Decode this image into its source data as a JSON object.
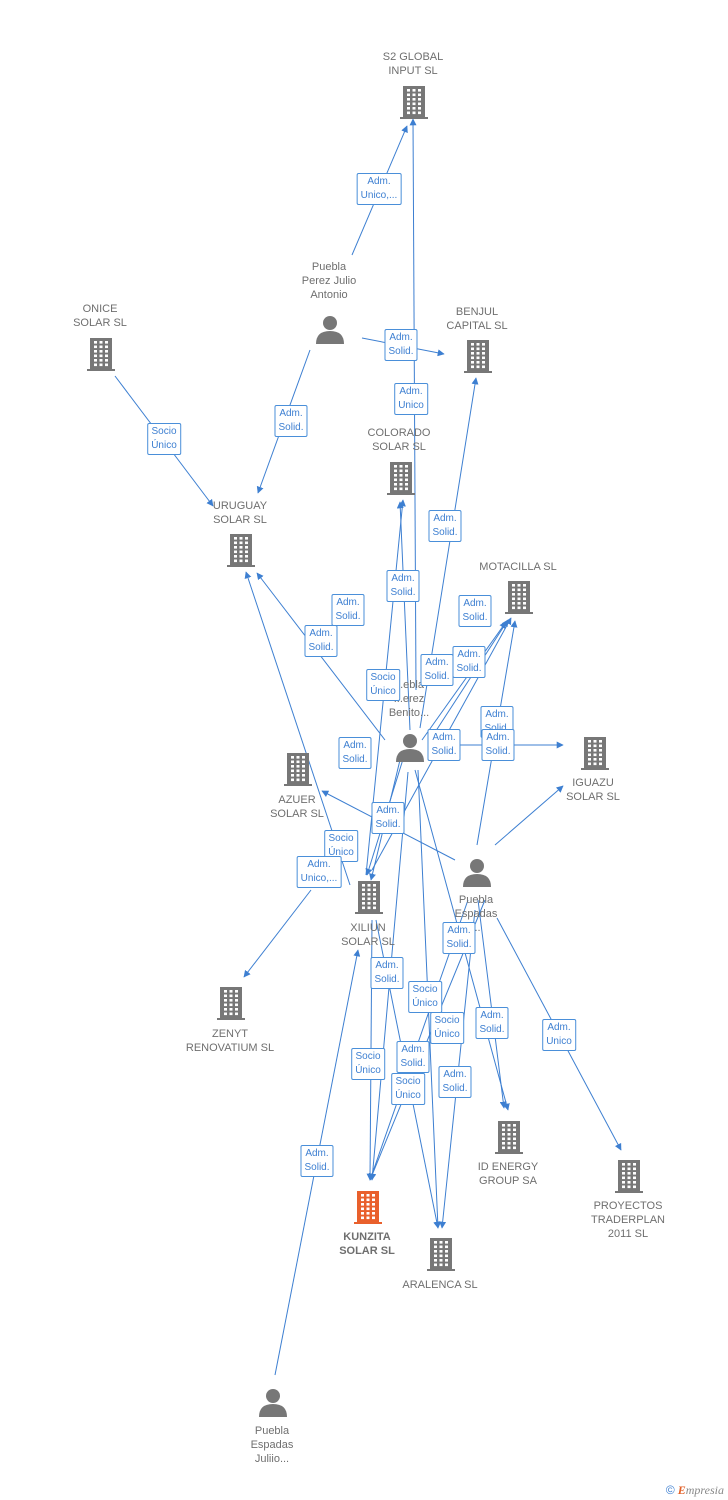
{
  "colors": {
    "edge": "#3d7fd1",
    "building": "#777777",
    "focus": "#e9602c",
    "person": "#777777"
  },
  "nodes": [
    {
      "id": "s2",
      "type": "company",
      "label": "S2 GLOBAL\nINPUT  SL"
    },
    {
      "id": "onice",
      "type": "company",
      "label": "ONICE\nSOLAR  SL"
    },
    {
      "id": "benjul",
      "type": "company",
      "label": "BENJUL\nCAPITAL  SL"
    },
    {
      "id": "colorado",
      "type": "company",
      "label": "COLORADO\nSOLAR  SL"
    },
    {
      "id": "uruguay",
      "type": "company",
      "label": "URUGUAY\nSOLAR SL"
    },
    {
      "id": "motacilla",
      "type": "company",
      "label": "MOTACILLA SL"
    },
    {
      "id": "iguazu",
      "type": "company",
      "label": "IGUAZU\nSOLAR  SL"
    },
    {
      "id": "azuer",
      "type": "company",
      "label": "AZUER\nSOLAR  SL"
    },
    {
      "id": "xiliun",
      "type": "company",
      "label": "XILIUN\nSOLAR  SL"
    },
    {
      "id": "zenyt",
      "type": "company",
      "label": "ZENYT\nRENOVATIUM SL"
    },
    {
      "id": "idenergy",
      "type": "company",
      "label": "ID ENERGY\nGROUP SA"
    },
    {
      "id": "proyectos",
      "type": "company",
      "label": "PROYECTOS\nTRADERPLAN\n2011 SL"
    },
    {
      "id": "kunzita",
      "type": "focus",
      "label": "KUNZITA\nSOLAR  SL"
    },
    {
      "id": "aralenca",
      "type": "company",
      "label": "ARALENCA SL"
    },
    {
      "id": "pjulio",
      "type": "person",
      "label": "Puebla\nPerez Julio\nAntonio"
    },
    {
      "id": "pbenito",
      "type": "person",
      "label": "...ebla\n...erez\nBenito..."
    },
    {
      "id": "pespadas",
      "type": "person",
      "label": "Puebla\nEspadas\n..."
    },
    {
      "id": "pjuliio",
      "type": "person",
      "label": "Puebla\nEspadas\nJuliio..."
    }
  ],
  "edges": [
    {
      "from": "pjulio",
      "to": "s2",
      "label": "Adm.\nUnico,..."
    },
    {
      "from": "pjulio",
      "to": "benjul",
      "label": "Adm.\nSolid."
    },
    {
      "from": "pjulio",
      "to": "uruguay",
      "label": "Adm.\nSolid."
    },
    {
      "from": "onice",
      "to": "uruguay",
      "label": "Socio\nÚnico"
    },
    {
      "from": "pbenito",
      "to": "s2",
      "label": "Adm.\nUnico"
    },
    {
      "from": "pbenito",
      "to": "benjul",
      "label": "Adm.\nSolid."
    },
    {
      "from": "pbenito",
      "to": "colorado",
      "label": "Adm.\nSolid."
    },
    {
      "from": "pbenito",
      "to": "uruguay",
      "label": "Adm.\nSolid."
    },
    {
      "from": "xiliun",
      "to": "uruguay",
      "label": "Adm.\nSolid."
    },
    {
      "from": "xiliun",
      "to": "colorado",
      "label": "Socio\nÚnico"
    },
    {
      "from": "pbenito",
      "to": "motacilla",
      "label": "Adm.\nSolid."
    },
    {
      "from": "pespadas",
      "to": "motacilla",
      "label": "Adm.\nSolid."
    },
    {
      "from": "xiliun",
      "to": "motacilla",
      "label": "Adm.\nSolid."
    },
    {
      "from": "pbenito",
      "to": "iguazu",
      "label": "Adm.\nSolid."
    },
    {
      "from": "pespadas",
      "to": "iguazu",
      "label": "Adm.\nSolid."
    },
    {
      "from": "pbenito",
      "to": "xiliun",
      "label": "Adm.\nSolid."
    },
    {
      "from": "pespadas",
      "to": "azuer",
      "label": "Adm.\nSolid."
    },
    {
      "from": "pbenito",
      "to": "xiliun",
      "label": "Socio\nÚnico"
    },
    {
      "from": "xiliun",
      "to": "zenyt",
      "label": "Adm.\nUnico,..."
    },
    {
      "from": "pespadas",
      "to": "proyectos",
      "label": "Adm.\nUnico"
    },
    {
      "from": "pespadas",
      "to": "idenergy",
      "label": "Adm.\nSolid."
    },
    {
      "from": "pbenito",
      "to": "idenergy",
      "label": "Adm.\nSolid."
    },
    {
      "from": "pbenito",
      "to": "kunzita",
      "label": "Adm.\nSolid."
    },
    {
      "from": "xiliun",
      "to": "kunzita",
      "label": "Socio\nÚnico"
    },
    {
      "from": "pespadas",
      "to": "kunzita",
      "label": "Adm.\nSolid."
    },
    {
      "from": "pbenito",
      "to": "aralenca",
      "label": "Adm.\nSolid."
    },
    {
      "from": "xiliun",
      "to": "aralenca",
      "label": "Socio\nÚnico"
    },
    {
      "from": "pespadas",
      "to": "aralenca",
      "label": "Adm.\nSolid."
    },
    {
      "from": "pjuliio",
      "to": "xiliun",
      "label": "Adm.\nSolid."
    },
    {
      "from": "pbenito",
      "to": "motacilla",
      "label": "Socio\nÚnico"
    },
    {
      "from": "pespadas",
      "to": "kunzita",
      "label": "Socio\nÚnico"
    }
  ],
  "footer": {
    "copyright": "©",
    "brand_initial": "E",
    "brand_rest": "mpresia"
  }
}
